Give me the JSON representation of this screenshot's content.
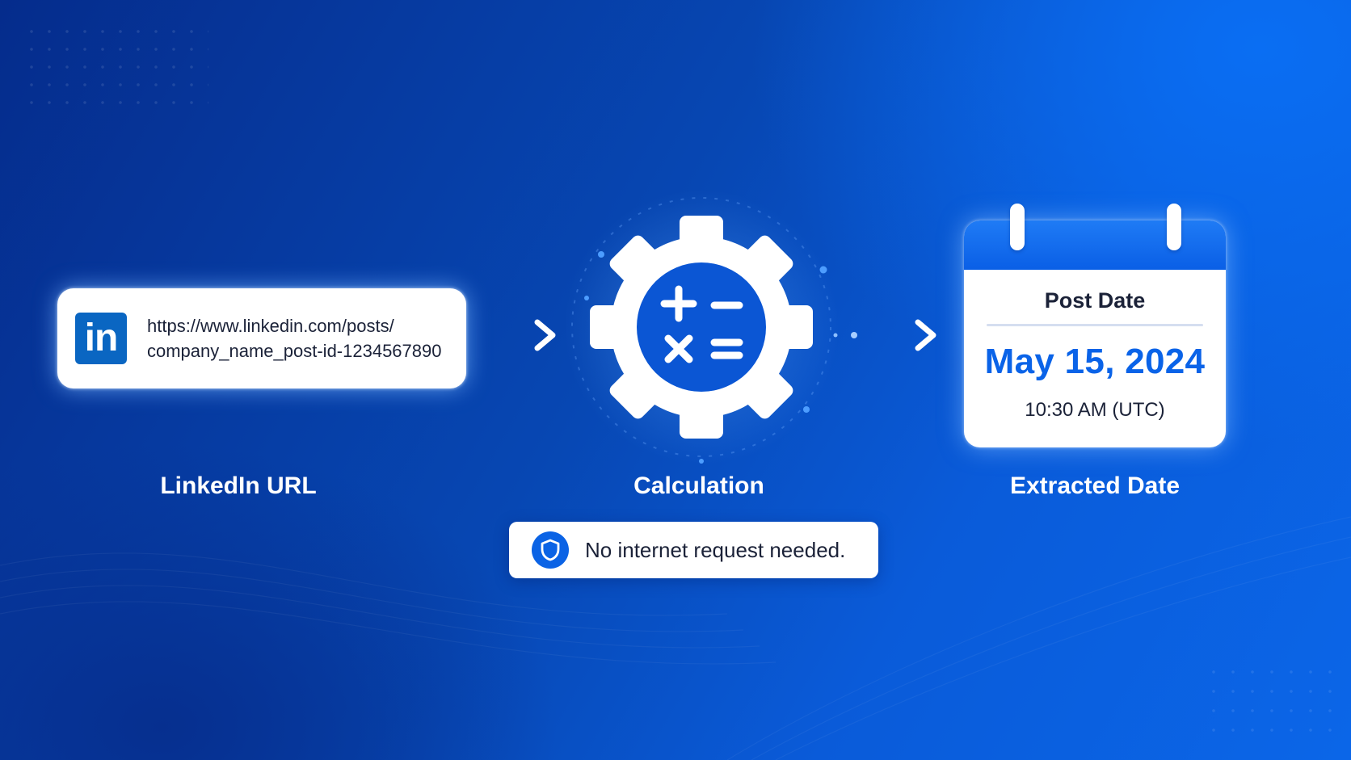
{
  "input": {
    "logo_text": "in",
    "url_line1": "https://www.linkedin.com/posts/",
    "url_line2": "company_name_post-id-1234567890",
    "label": "LinkedIn URL"
  },
  "process": {
    "label": "Calculation",
    "symbols": [
      "+",
      "−",
      "×",
      "="
    ]
  },
  "output": {
    "title": "Post Date",
    "date": "May 15, 2024",
    "time": "10:30 AM (UTC)",
    "label": "Extracted Date"
  },
  "note": {
    "text": "No internet request needed."
  },
  "colors": {
    "accent": "#0a63e8",
    "linkedin": "#0a66c2",
    "text_dark": "#1b2238"
  }
}
